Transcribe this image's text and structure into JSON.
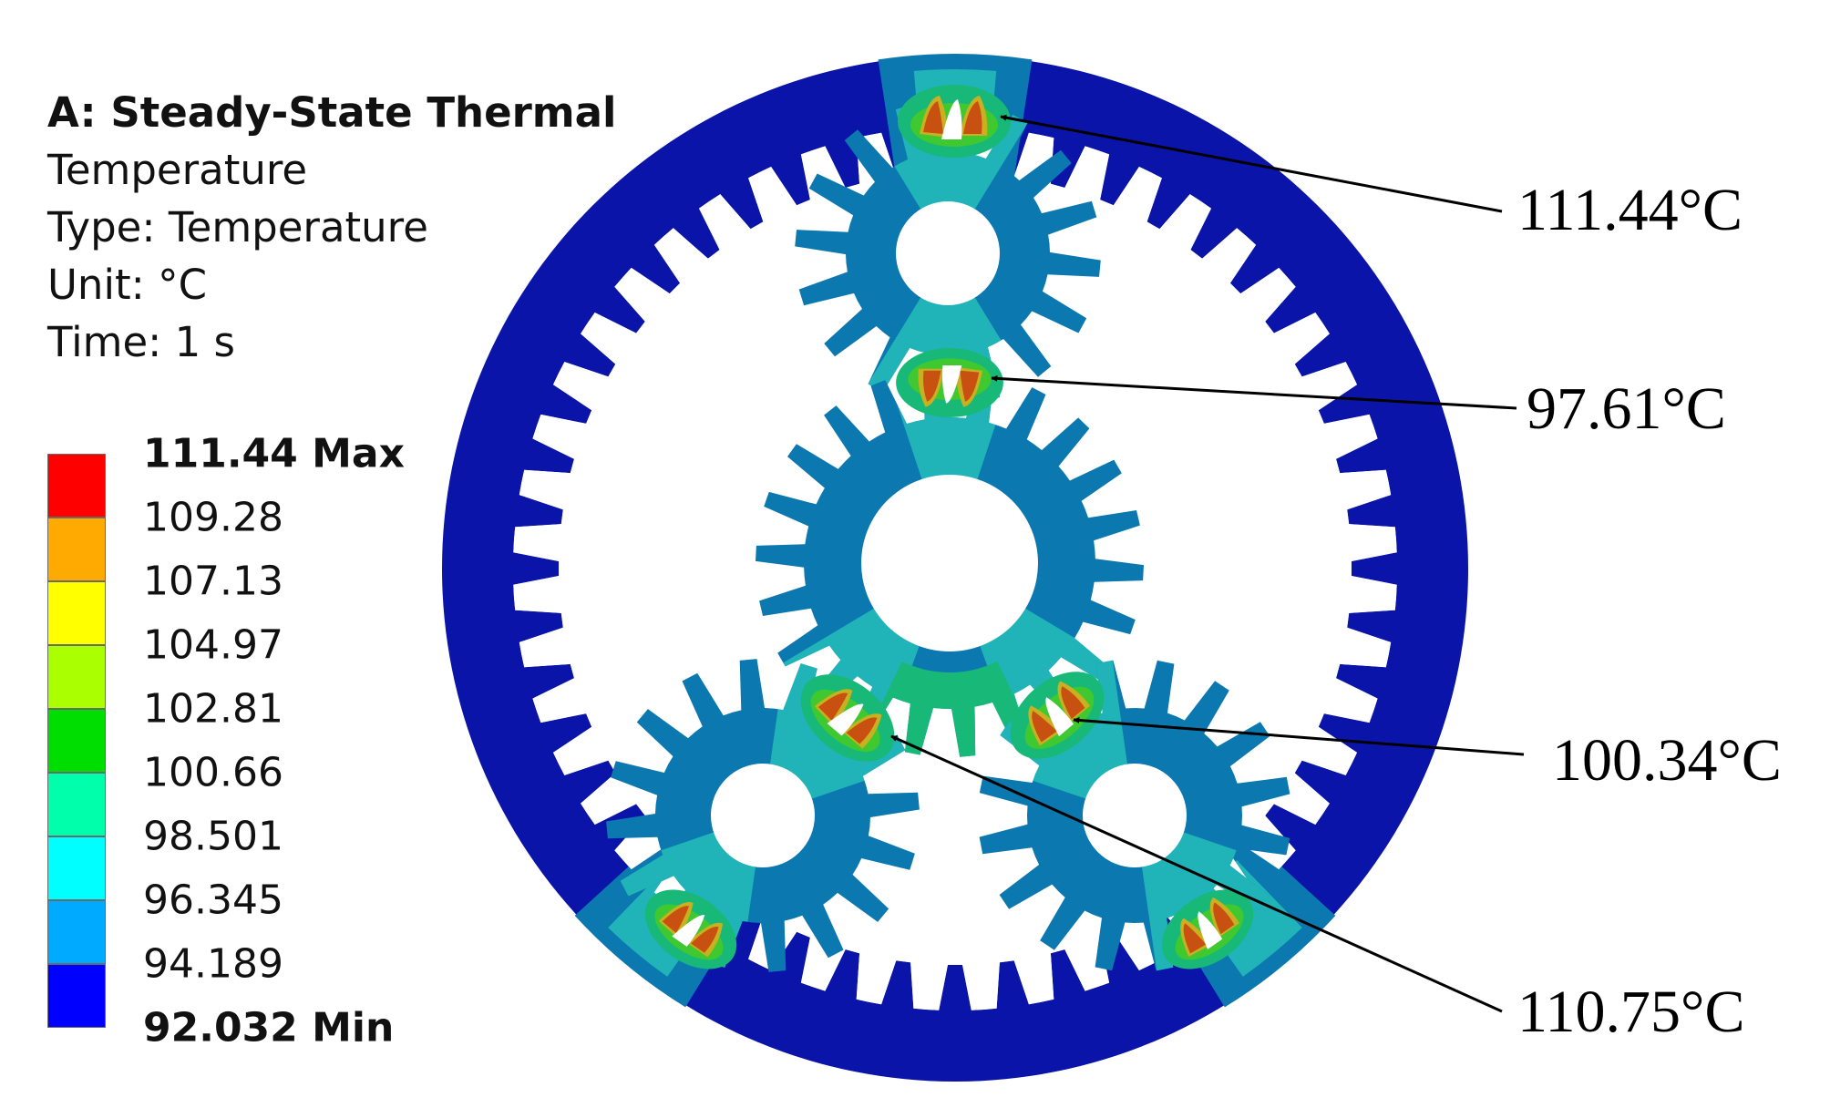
{
  "header": {
    "title": "A: Steady-State Thermal",
    "line1": "Temperature",
    "line2": "Type: Temperature",
    "line3": "Unit: °C",
    "line4": "Time: 1 s"
  },
  "legend": {
    "labels": [
      "111.44 Max",
      "109.28",
      "107.13",
      "104.97",
      "102.81",
      "100.66",
      "98.501",
      "96.345",
      "94.189",
      "92.032 Min"
    ],
    "colors": [
      "#ff0000",
      "#ffaa00",
      "#ffff00",
      "#aaff00",
      "#00dd00",
      "#00ffaa",
      "#00ffff",
      "#00aaff",
      "#0000ff"
    ]
  },
  "colors": {
    "ring": "#0a14a8",
    "gear_body": "#0c78b0",
    "gear_hub": "#20b4b8",
    "contact_outer": "#18b878",
    "contact_mid": "#40c830",
    "contact_inner": "#c8b020",
    "contact_peak": "#c85010"
  },
  "callouts": [
    {
      "label": "111.44°C"
    },
    {
      "label": "97.61°C"
    },
    {
      "label": "100.34°C"
    },
    {
      "label": "110.75°C"
    }
  ]
}
